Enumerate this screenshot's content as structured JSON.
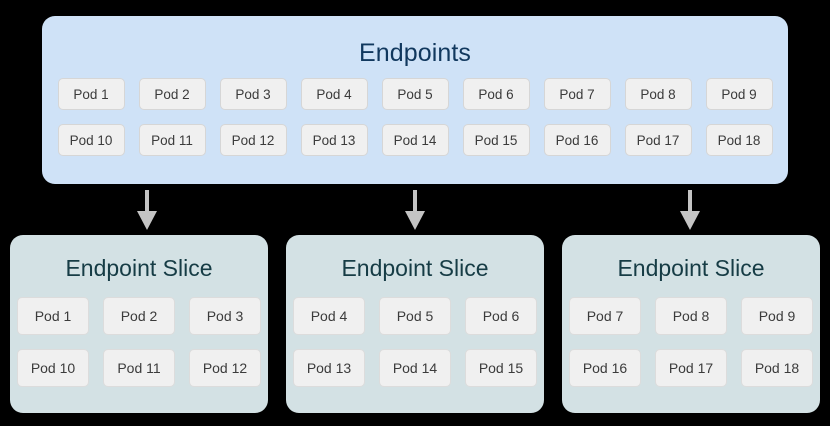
{
  "diagram": {
    "background_color": "#000000",
    "endpoints": {
      "title": "Endpoints",
      "panel_color": "#cfe2f7",
      "title_color": "#11385e",
      "rows": [
        [
          "Pod 1",
          "Pod 2",
          "Pod 3",
          "Pod 4",
          "Pod 5",
          "Pod 6",
          "Pod 7",
          "Pod 8",
          "Pod 9"
        ],
        [
          "Pod 10",
          "Pod 11",
          "Pod 12",
          "Pod 13",
          "Pod 14",
          "Pod 15",
          "Pod 16",
          "Pod 17",
          "Pod 18"
        ]
      ]
    },
    "arrows": {
      "color": "#c4c4c4",
      "count": 3,
      "direction": "down",
      "positions_x": [
        147,
        415,
        690
      ]
    },
    "slices": [
      {
        "title": "Endpoint Slice",
        "panel_color": "#d3e1e4",
        "title_color": "#163c45",
        "rows": [
          [
            "Pod 1",
            "Pod 2",
            "Pod 3"
          ],
          [
            "Pod 10",
            "Pod 11",
            "Pod 12"
          ]
        ]
      },
      {
        "title": "Endpoint Slice",
        "panel_color": "#d3e1e4",
        "title_color": "#163c45",
        "rows": [
          [
            "Pod 4",
            "Pod 5",
            "Pod 6"
          ],
          [
            "Pod 13",
            "Pod 14",
            "Pod 15"
          ]
        ]
      },
      {
        "title": "Endpoint Slice",
        "panel_color": "#d3e1e4",
        "title_color": "#163c45",
        "rows": [
          [
            "Pod 7",
            "Pod 8",
            "Pod 9"
          ],
          [
            "Pod 16",
            "Pod 17",
            "Pod 18"
          ]
        ]
      }
    ]
  }
}
